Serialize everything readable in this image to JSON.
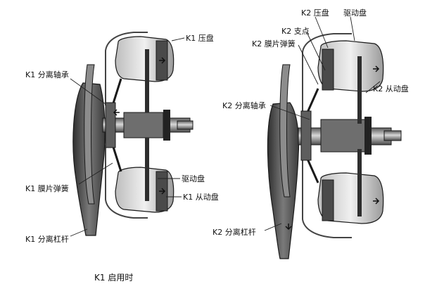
{
  "labels": {
    "k1_pressure_plate": "K1 压盘",
    "k1_release_bearing": "K1 分离轴承",
    "k1_diaphragm_spring": "K1 膜片弹簧",
    "k1_release_lever": "K1 分离杠杆",
    "drive_plate": "驱动盘",
    "k1_driven_plate": "K1 从动盘",
    "k2_pressure_plate": "K2 压盘",
    "k2_drive_plate": "驱动盘",
    "k2_pivot": "K2 支点",
    "k2_diaphragm_spring": "K2 膜片弹簧",
    "k2_driven_plate": "K2 从动盘",
    "k2_release_bearing": "K2 分离轴承",
    "k2_release_lever": "K2 分离杠杆"
  },
  "caption": "K1 启用时",
  "colors": {
    "metal_dark": "#3a3a3a",
    "metal_mid": "#8c8c8c",
    "metal_light": "#d9d9d9",
    "outline": "#1a1a1a",
    "leader": "#222222"
  }
}
